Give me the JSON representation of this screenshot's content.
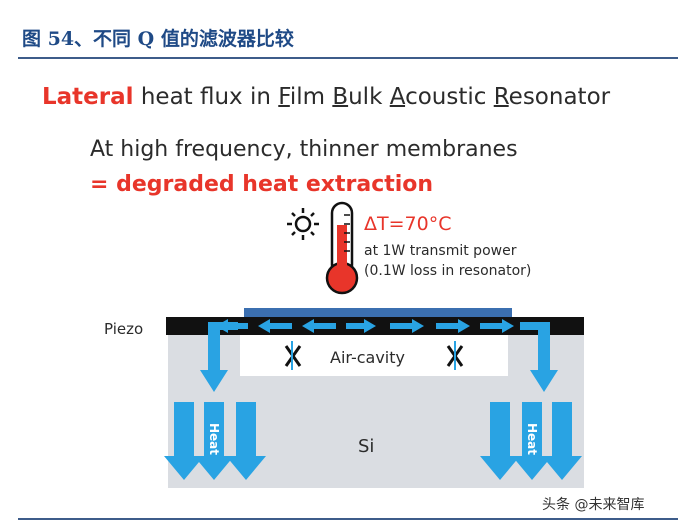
{
  "caption": "图 54、不同 Q 值的滤波器比较",
  "figure": {
    "title": {
      "lateral": "Lateral",
      "heat_flux_in": " heat flux in ",
      "f": "F",
      "ilm": "ilm ",
      "b": "B",
      "ulk": "ulk ",
      "a": "A",
      "coustic": "coustic ",
      "r": "R",
      "esonator": "esonator"
    },
    "subtitle_line1": "At high frequency, thinner membranes",
    "subtitle_line2": "= degraded heat extraction",
    "delta_t": "ΔT=70°C",
    "note_line1": "at 1W transmit power",
    "note_line2": "(0.1W loss in resonator)",
    "piezo_label": "Piezo",
    "air_cavity_label": "Air-cavity",
    "si_label": "Si",
    "heat_label": "Heat",
    "colors": {
      "arrow": "#29a3e3",
      "red": "#e8352a",
      "substrate": "#dadde2",
      "electrode": "#3b6fb0"
    }
  },
  "watermark": "头条 @未来智库"
}
